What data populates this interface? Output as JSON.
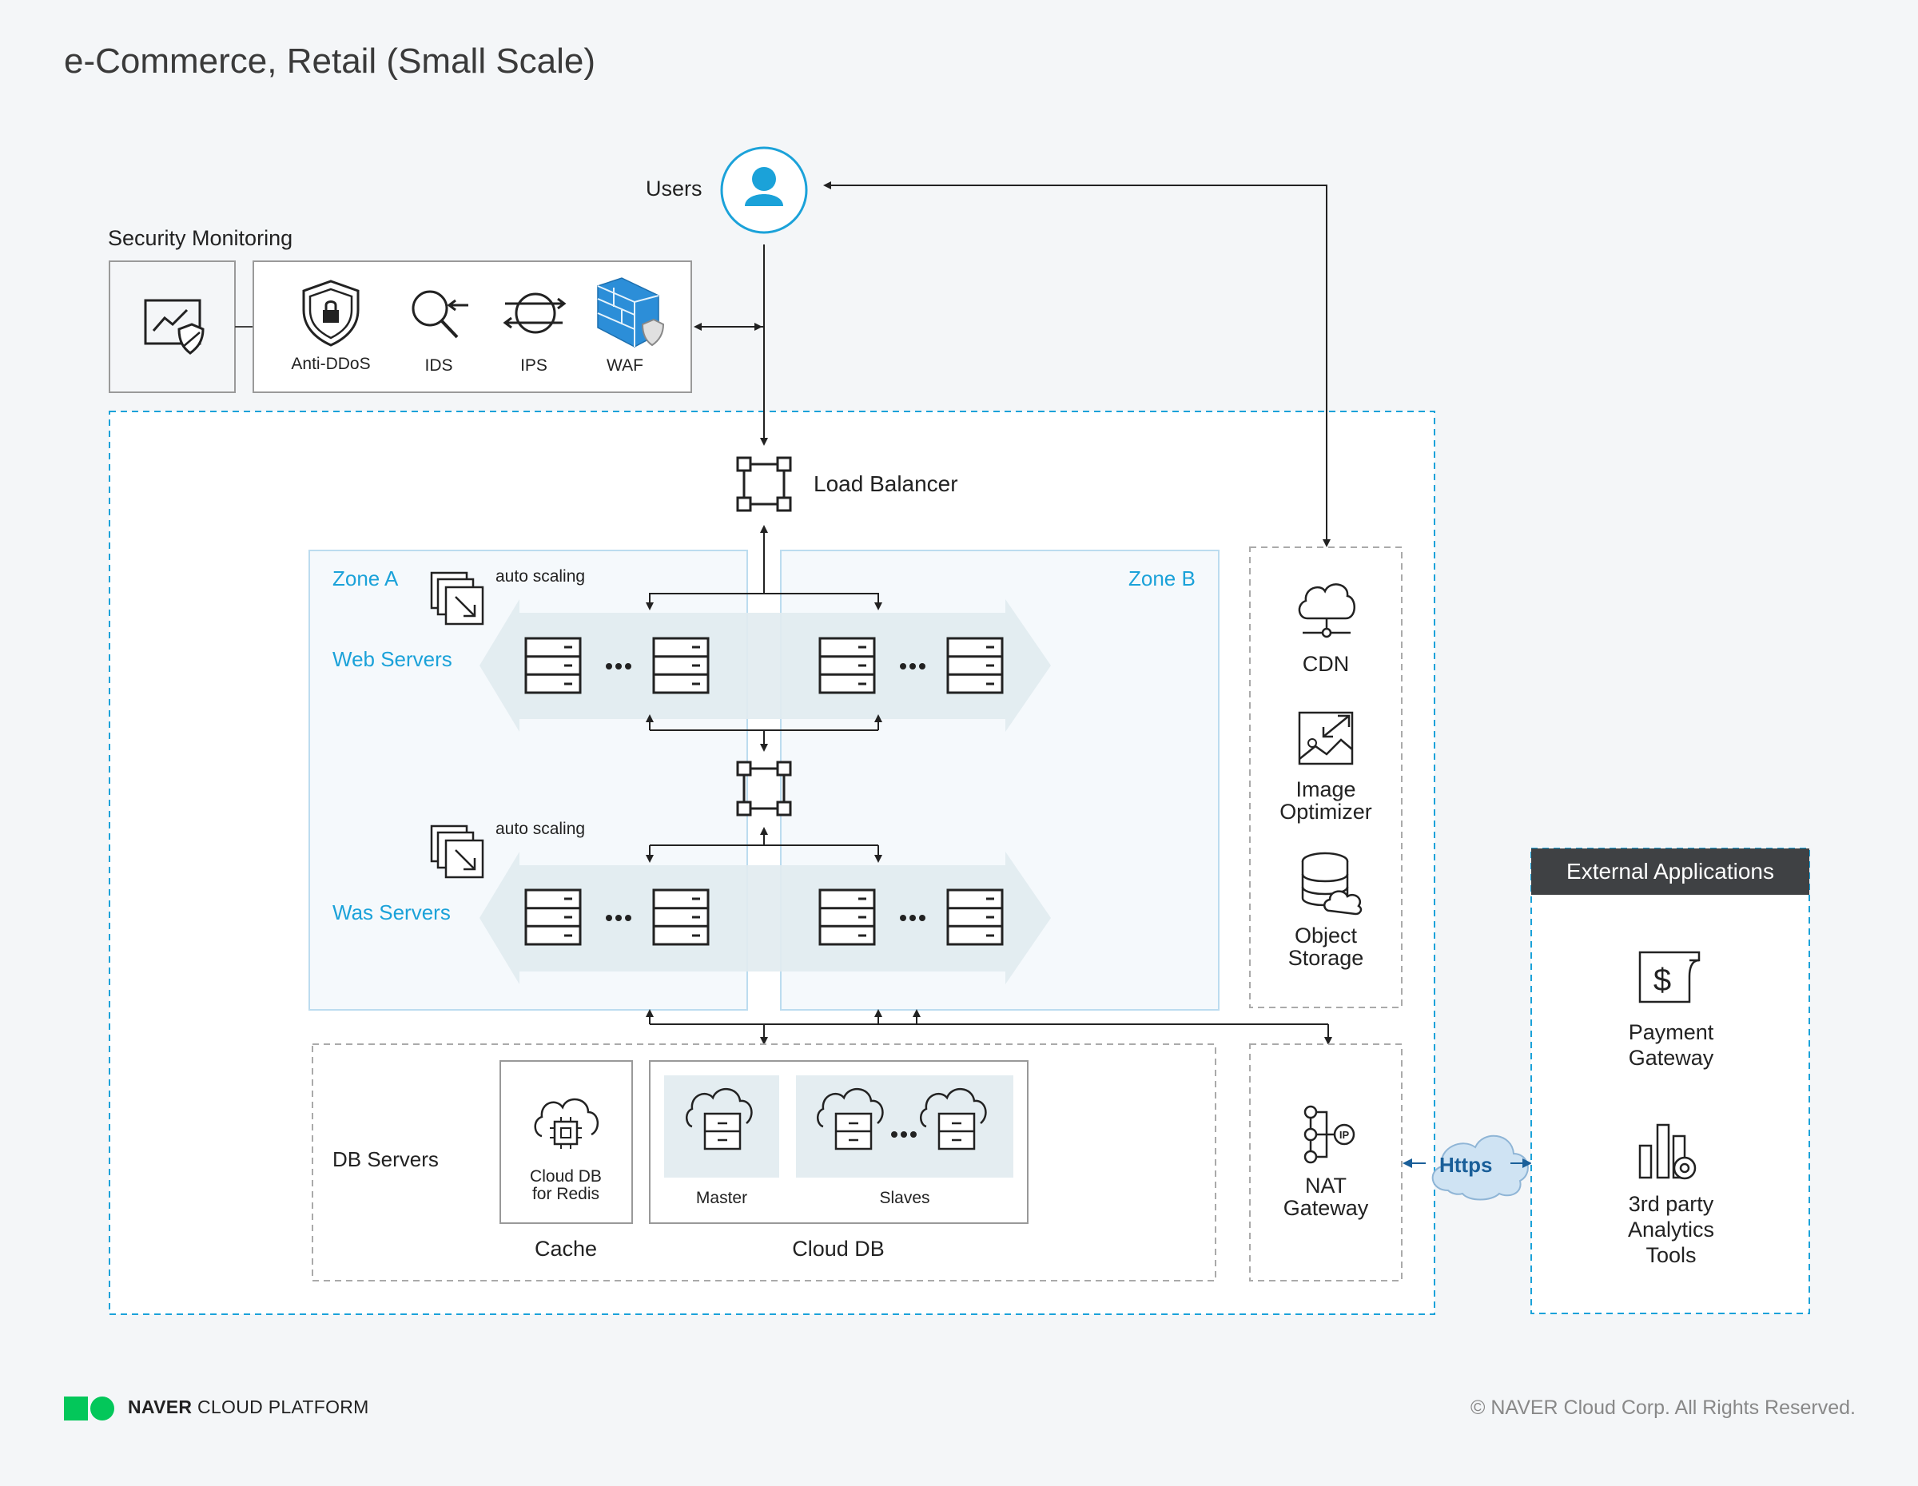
{
  "title": "e-Commerce, Retail (Small Scale)",
  "users": {
    "label": "Users"
  },
  "security": {
    "label": "Security Monitoring",
    "items": [
      "Anti-DDoS",
      "IDS",
      "IPS",
      "WAF"
    ]
  },
  "load_balancer": {
    "label": "Load Balancer"
  },
  "zones": {
    "a": "Zone A",
    "b": "Zone B"
  },
  "web": {
    "label": "Web Servers",
    "scaling": "auto scaling"
  },
  "was": {
    "label": "Was Servers",
    "scaling": "auto scaling"
  },
  "ellipsis": "•••",
  "db": {
    "label": "DB Servers",
    "cache_item": "Cloud DB for Redis",
    "cache_item_lines": [
      "Cloud DB",
      "for Redis"
    ],
    "cache_label": "Cache",
    "master": "Master",
    "slaves": "Slaves",
    "clouddb_label": "Cloud DB"
  },
  "services": {
    "cdn": "CDN",
    "image_optimizer": [
      "Image",
      "Optimizer"
    ],
    "object_storage": [
      "Object",
      "Storage"
    ]
  },
  "nat": [
    "NAT",
    "Gateway"
  ],
  "https": "Https",
  "external": {
    "header": "External Applications",
    "payment": [
      "Payment",
      "Gateway"
    ],
    "analytics": [
      "3rd party",
      "Analytics",
      "Tools"
    ]
  },
  "footer": {
    "brand_bold": "NAVER",
    "brand_rest": "CLOUD PLATFORM",
    "copyright": "© NAVER Cloud Corp. All Rights Reserved."
  },
  "colors": {
    "accent": "#1ba2d9",
    "dark": "#3f4144",
    "brand_green": "#03c75a"
  },
  "icons": [
    "user-icon",
    "monitor-shield-icon",
    "shield-lock-icon",
    "magnifier-icon",
    "ips-icon",
    "firewall-icon",
    "load-balancer-icon",
    "auto-scaling-icon",
    "server-icon",
    "cloud-chip-icon",
    "cloud-db-icon",
    "cdn-icon",
    "image-optimizer-icon",
    "object-storage-icon",
    "nat-gateway-icon",
    "cloud-icon",
    "payment-icon",
    "analytics-icon"
  ]
}
